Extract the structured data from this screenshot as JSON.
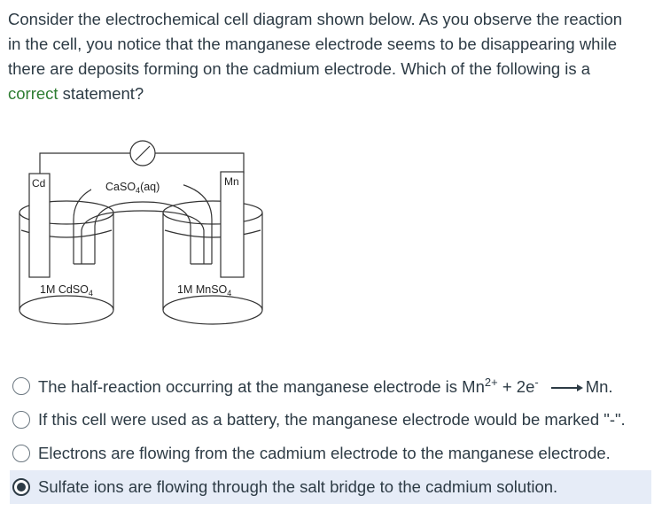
{
  "question": {
    "line1": "Consider the electrochemical cell diagram shown below. As you observe the reaction",
    "line2": "in the cell, you notice that the manganese electrode seems to be disappearing while",
    "line3": "there are deposits forming on the cadmium electrode. Which of the following is a",
    "line4_highlight": "correct",
    "line4_rest": " statement?"
  },
  "diagram": {
    "left_electrode": "Cd",
    "right_electrode": "Mn",
    "salt_bridge": "CaSO",
    "salt_bridge_sub": "4",
    "salt_bridge_suffix": "(aq)",
    "left_solution": "1M CdSO",
    "left_solution_sub": "4",
    "right_solution": "1M MnSO",
    "right_solution_sub": "4"
  },
  "options": [
    {
      "text_a": "The half-reaction occurring at the manganese electrode is Mn",
      "sup": "2+",
      "text_b": " + 2e",
      "sup2": "-",
      "text_c": "Mn.",
      "selected": false
    },
    {
      "text": "If this cell were used as a battery, the manganese electrode would be marked \"-\".",
      "selected": false
    },
    {
      "text": "Electrons are flowing from the cadmium electrode to the manganese electrode.",
      "selected": false
    },
    {
      "text": "Sulfate ions are flowing through the salt bridge to the cadmium solution.",
      "selected": true
    }
  ],
  "colors": {
    "text": "#2d3b45",
    "highlight": "#2e7d32",
    "selected_bg": "#e6ecf7"
  }
}
